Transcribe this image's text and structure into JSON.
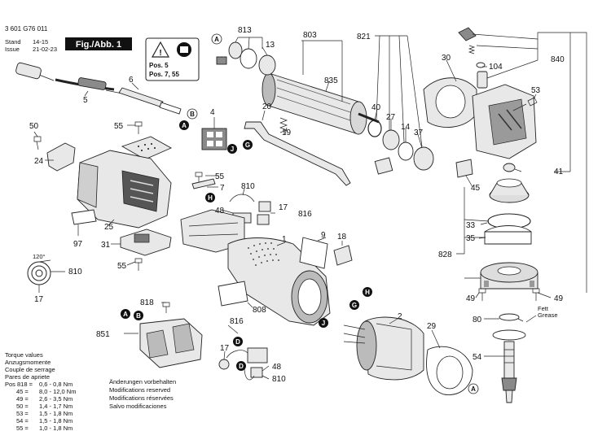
{
  "header": {
    "doc_number": "3 601 G76 011",
    "stand_label": "Stand",
    "stand_value": "14-15",
    "issue_label": "Issue",
    "issue_value": "21-02-23",
    "fig_label": "Fig./Abb. 1"
  },
  "warning_box": {
    "line1": "Pos. 5",
    "line2": "Pos. 7, 55"
  },
  "torque": {
    "headings": [
      "Torque values",
      "Anzugsmomente",
      "Couple de serrage",
      "Pares de apriete"
    ],
    "rows": [
      {
        "pos": "Pos 818 =",
        "value": "0,6 - 0,8 Nm"
      },
      {
        "pos": "45 =",
        "value": "8,0 - 12,0 Nm"
      },
      {
        "pos": "49 =",
        "value": "2,6 - 3,5 Nm"
      },
      {
        "pos": "50 =",
        "value": "1,4 - 1,7 Nm"
      },
      {
        "pos": "53 =",
        "value": "1,5 - 1,8 Nm"
      },
      {
        "pos": "54 =",
        "value": "1,5 - 1,8 Nm"
      },
      {
        "pos": "55 =",
        "value": "1,0 - 1,8 Nm"
      }
    ]
  },
  "modifications": [
    "Änderungen vorbehalten",
    "Modifications reserved",
    "Modifications réservées",
    "Salvo modificaciones"
  ],
  "grease_note": {
    "line1": "Fett",
    "line2": "Grease"
  },
  "angle_note": "120°",
  "part_numbers": {
    "p5": "5",
    "p6": "6",
    "p4": "4",
    "p20": "20",
    "p19": "19",
    "p50": "50",
    "p24": "24",
    "p55a": "55",
    "p25": "25",
    "p97": "97",
    "p31": "31",
    "p55b": "55",
    "p55c": "55",
    "p7": "7",
    "p810a": "810",
    "p48a": "48",
    "p17a": "17",
    "p816a": "816",
    "p1": "1",
    "p9": "9",
    "p18": "18",
    "p810b": "810",
    "p17b": "17",
    "p818": "818",
    "p851": "851",
    "p808": "808",
    "p816b": "816",
    "p17c": "17",
    "p48b": "48",
    "p810c": "810",
    "p2": "2",
    "p29": "29",
    "p813": "813",
    "p13": "13",
    "p803": "803",
    "p835": "835",
    "p821": "821",
    "p40": "40",
    "p27": "27",
    "p14": "14",
    "p37": "37",
    "p30": "30",
    "p104": "104",
    "p840": "840",
    "p53": "53",
    "p41": "41",
    "p45": "45",
    "p33": "33",
    "p35": "35",
    "p828": "828",
    "p49a": "49",
    "p49b": "49",
    "p80": "80",
    "p54": "54"
  },
  "callout_letters": {
    "A1": "A",
    "B1": "B",
    "A2": "A",
    "A3": "A",
    "B2": "B",
    "A4": "A",
    "J1": "J",
    "G1": "G",
    "H1": "H",
    "H2": "H",
    "G2": "G",
    "J2": "J",
    "D1": "D",
    "D2": "D"
  }
}
